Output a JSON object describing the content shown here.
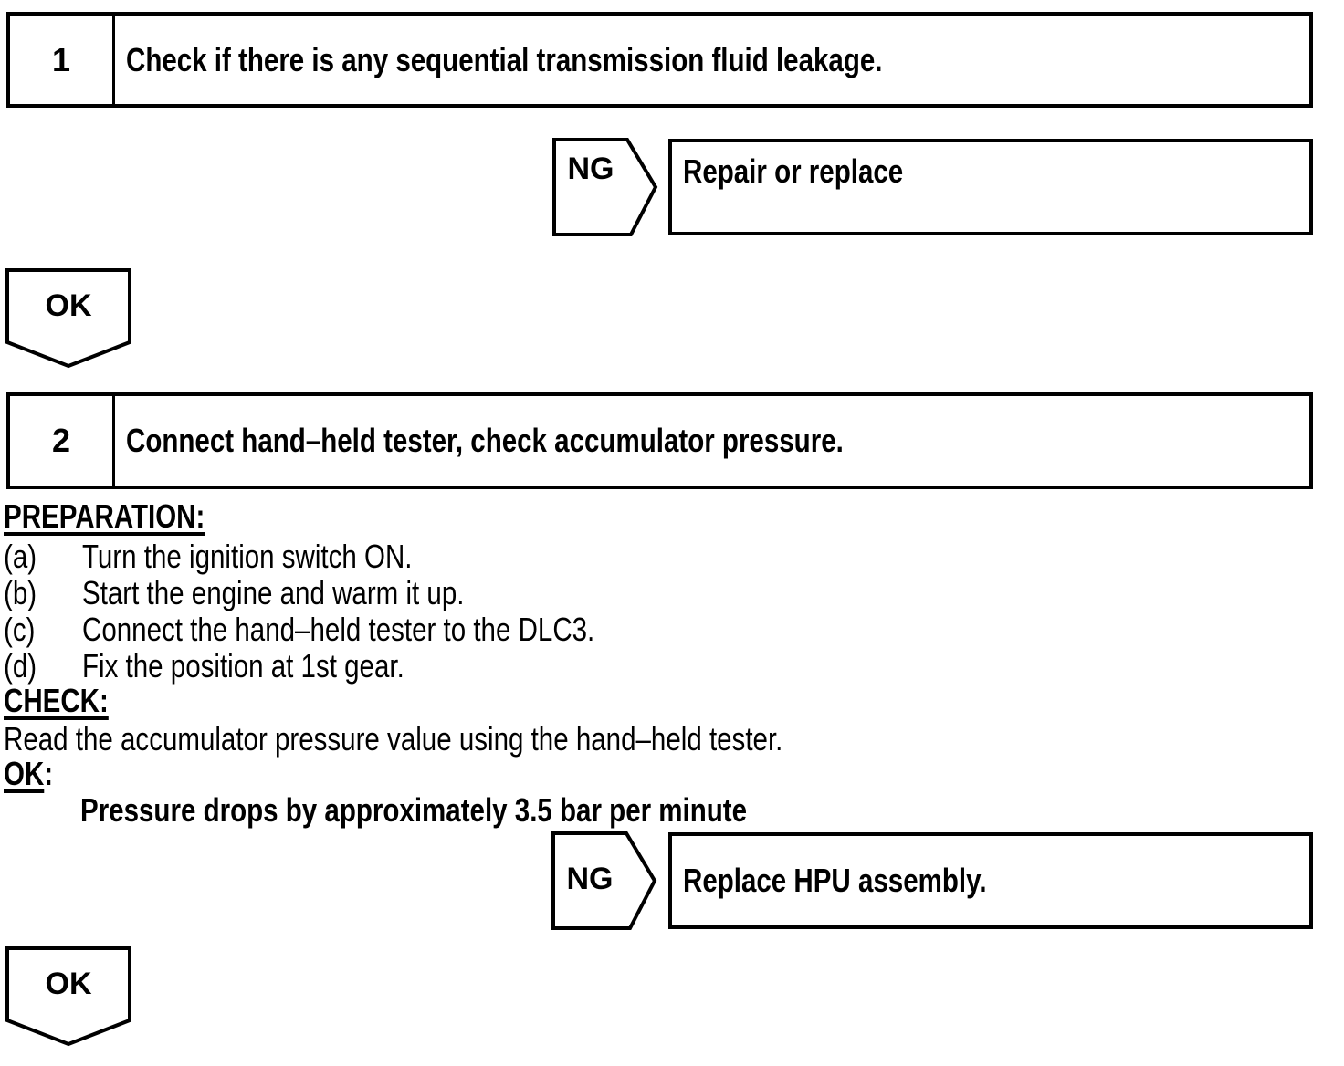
{
  "ink": "#000000",
  "paper": "#ffffff",
  "flow": {
    "step1": {
      "number": "1",
      "title": "Check if there is any sequential transmission fluid leakage."
    },
    "step1_branch": {
      "result": "NG",
      "action": "Repair or replace"
    },
    "step1_pass": "OK",
    "step2": {
      "number": "2",
      "title": "Connect hand–held tester, check accumulator pressure."
    },
    "step2_detail": {
      "preparation_heading": "PREPARATION:",
      "preparation_steps": [
        {
          "label": "(a)",
          "text": "Turn the ignition switch ON."
        },
        {
          "label": "(b)",
          "text": "Start the engine and warm it up."
        },
        {
          "label": "(c)",
          "text": "Connect the hand–held tester to the DLC3."
        },
        {
          "label": "(d)",
          "text": "Fix the position at 1st gear."
        }
      ],
      "check_heading": "CHECK:",
      "check_text": "Read the accumulator pressure value using the hand–held tester.",
      "ok_heading": "OK",
      "ok_colon": ":",
      "ok_criterion": "Pressure drops by approximately 3.5 bar per minute"
    },
    "step2_branch": {
      "result": "NG",
      "action": "Replace HPU assembly."
    },
    "step2_pass": "OK"
  }
}
